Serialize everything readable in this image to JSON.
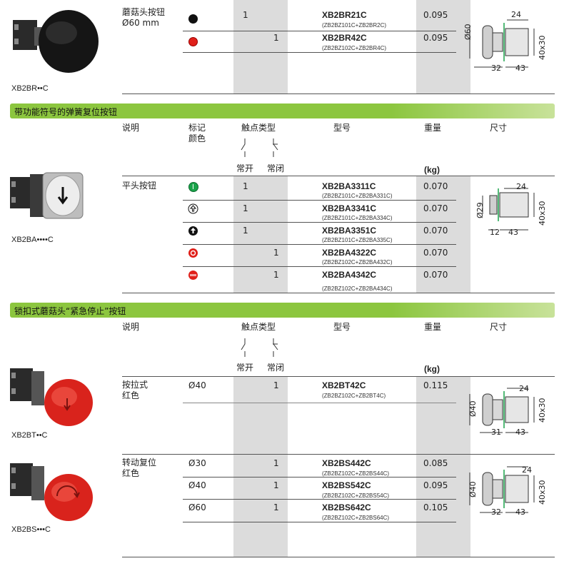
{
  "colors": {
    "band_green": "#8cc63f",
    "gray_col": "#dcdcdc",
    "red": "#e0201a",
    "green": "#1aa34a",
    "black": "#111111"
  },
  "headers": {
    "desc": "说明",
    "mark": "标记\n颜色",
    "contact": "触点类型",
    "model": "型号",
    "weight": "重量",
    "dims": "尺寸",
    "no": "常开",
    "nc": "常闭",
    "kg": "(kg)"
  },
  "sec0": {
    "caption": "XB2BR••C",
    "desc": "蘑菇头按钮\nØ60 mm",
    "rows": [
      {
        "icon": "black-dot-icon",
        "no": "1",
        "nc": "",
        "model": "XB2BR21C",
        "sub": "(ZB2BZ101C+ZB2BR2C)",
        "weight": "0.095"
      },
      {
        "icon": "red-dot-icon",
        "no": "",
        "nc": "1",
        "model": "XB2BR42C",
        "sub": "(ZB2BZ102C+ZB2BR4C)",
        "weight": "0.095"
      }
    ],
    "dim": {
      "d": "Ø60",
      "w1": "24",
      "h": "40x30",
      "l1": "32",
      "l2": "43"
    }
  },
  "sec1": {
    "title": "带功能符号的弹簧复位按钮",
    "caption": "XB2BA••••C",
    "desc": "平头按钮",
    "rows": [
      {
        "icon": "green-i-icon",
        "no": "1",
        "nc": "",
        "model": "XB2BA3311C",
        "sub": "(ZB2BZ101C+ZB2BA331C)",
        "weight": "0.070"
      },
      {
        "icon": "up-arrow-outline-icon",
        "no": "1",
        "nc": "",
        "model": "XB2BA3341C",
        "sub": "(ZB2BZ101C+ZB2BA334C)",
        "weight": "0.070"
      },
      {
        "icon": "up-arrow-black-icon",
        "no": "1",
        "nc": "",
        "model": "XB2BA3351C",
        "sub": "(ZB2BZ101C+ZB2BA335C)",
        "weight": "0.070"
      },
      {
        "icon": "red-o-icon",
        "no": "",
        "nc": "1",
        "model": "XB2BA4322C",
        "sub": "(ZB2BZ102C+ZB2BA432C)",
        "weight": "0.070"
      },
      {
        "icon": "stop-icon",
        "no": "",
        "nc": "1",
        "model": "XB2BA4342C",
        "sub": "(ZB2BZ102C+ZB2BA434C)",
        "weight": "0.070"
      }
    ],
    "dim": {
      "d": "Ø29",
      "w1": "24",
      "h": "40x30",
      "l1": "12",
      "l2": "43"
    }
  },
  "sec2": {
    "title": "锁扣式蘑菇头“紧急停止”按钮",
    "captionA": "XB2BT••C",
    "captionB": "XB2BS•••C",
    "descA": "按拉式\n红色",
    "descB": "转动复位\n红色",
    "rowA": {
      "mark": "Ø40",
      "no": "",
      "nc": "1",
      "model": "XB2BT42C",
      "sub": "(ZB2BZ102C+ZB2BT4C)",
      "weight": "0.115"
    },
    "rowsB": [
      {
        "mark": "Ø30",
        "no": "",
        "nc": "1",
        "model": "XB2BS442C",
        "sub": "(ZB2BZ102C+ZB2BS44C)",
        "weight": "0.085"
      },
      {
        "mark": "Ø40",
        "no": "",
        "nc": "1",
        "model": "XB2BS542C",
        "sub": "(ZB2BZ102C+ZB2BS54C)",
        "weight": "0.095"
      },
      {
        "mark": "Ø60",
        "no": "",
        "nc": "1",
        "model": "XB2BS642C",
        "sub": "(ZB2BZ102C+ZB2BS64C)",
        "weight": "0.105"
      }
    ],
    "dimA": {
      "d": "Ø40",
      "w1": "24",
      "h": "40x30",
      "l1": "31",
      "l2": "43"
    },
    "dimB": {
      "d": "Ø40",
      "w1": "24",
      "h": "40x30",
      "l1": "32",
      "l2": "43"
    }
  }
}
